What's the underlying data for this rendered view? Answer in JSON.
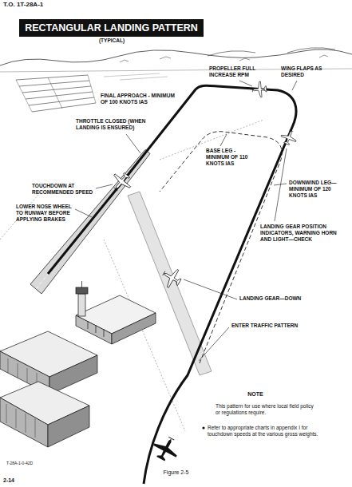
{
  "diagram": {
    "title": "RECTANGULAR LANDING PATTERN",
    "caption": "Figure 2-5",
    "labels": [
      "T.O. 1T-28A-1",
      "(TYPICAL)",
      "WING FLAPS AS DESIRED",
      "PROPELLER FULL INCREASE RPM",
      "FINAL APPROACH - MINIMUM OF 100 KNOTS IAS",
      "THROTTLE CLOSED (WHEN LANDING IS ENSURED)",
      "BASE LEG - MINIMUM OF 110 KNOTS IAS",
      "TOUCHDOWN AT RECOMMENDED SPEED",
      "LOWER NOSE WHEEL TO RUNWAY BEFORE APPLYING BRAKES",
      "DOWNWIND LEG—MINIMUM OF 120 KNOTS IAS",
      "LANDING GEAR POSITION INDICATORS, WARNING HORN AND LIGHT—CHECK",
      "LANDING GEAR—DOWN",
      "ENTER TRAFFIC PATTERN",
      "NOTE",
      "This pattern for use where local field policy or regulations require.",
      "Refer to appropriate charts in appendix I for touchdown speeds at the various gross weights.",
      "T-28A-1-0-42D",
      "2-14"
    ]
  }
}
